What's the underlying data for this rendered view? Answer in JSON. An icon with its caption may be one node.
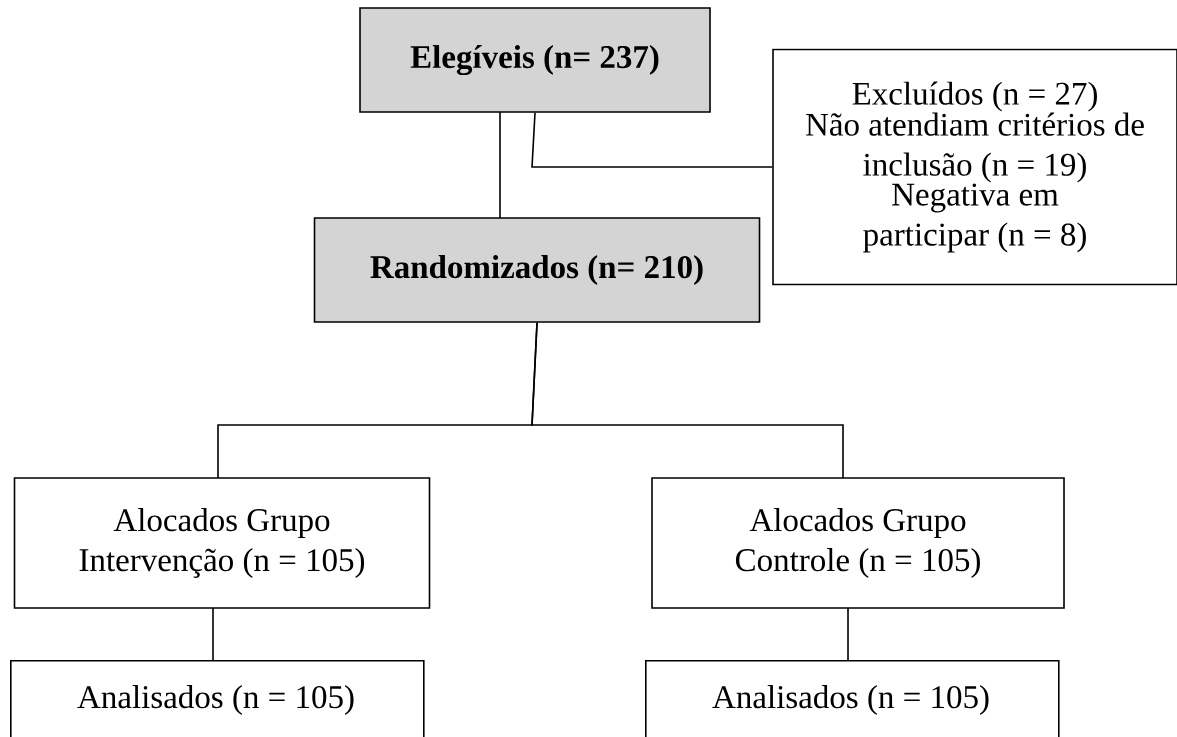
{
  "diagram": {
    "nodes": [
      {
        "text": [
          "Elegíveis (n= 237)"
        ]
      },
      {
        "text": [
          "Excluídos (n = 27)",
          "Não atendiam critérios de inclusão (n = 19)",
          "Negativa em participar (n = 8)"
        ]
      },
      {
        "text": [
          "Randomizados (n= 210)"
        ]
      },
      {
        "text": [
          "Alocados Grupo Intervenção (n = 105)"
        ]
      },
      {
        "text": [
          "Alocados Grupo Controle (n = 105)"
        ]
      },
      {
        "text": [
          "Analisados (n = 105)"
        ]
      },
      {
        "text": [
          "Analisados (n = 105)"
        ]
      }
    ],
    "edges": [
      {
        "from": 0,
        "to": 2,
        "arrow": "none"
      },
      {
        "from": 0,
        "to": 1,
        "arrow": "none"
      },
      {
        "from": 2,
        "to": 3,
        "arrow": "none"
      },
      {
        "from": 2,
        "to": 4,
        "arrow": "none"
      },
      {
        "from": 3,
        "to": 5,
        "arrow": "none"
      },
      {
        "from": 4,
        "to": 6,
        "arrow": "none"
      }
    ]
  }
}
